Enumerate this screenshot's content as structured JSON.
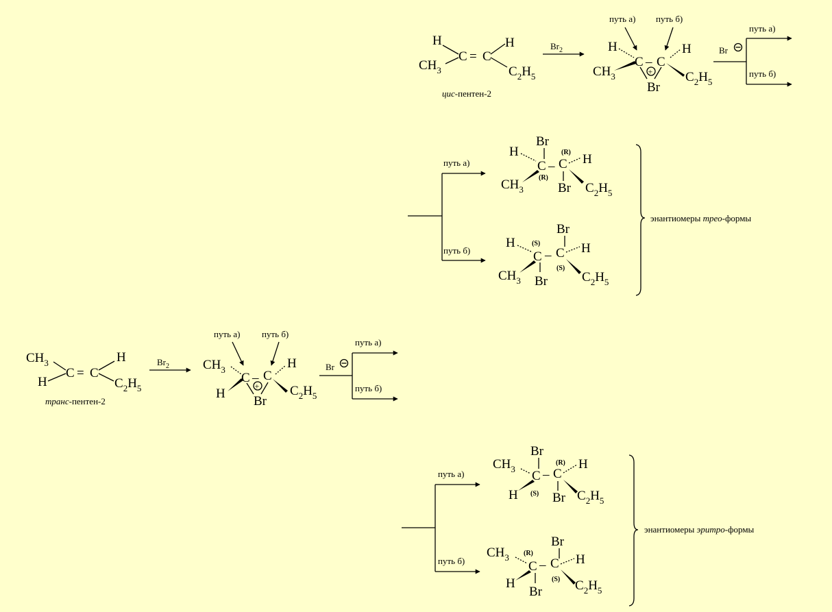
{
  "labels": {
    "path_a": "путь а)",
    "path_b": "путь б)",
    "reagent": "Br",
    "reagent_sub": "2",
    "bromide": "Br",
    "cis_prefix": "цис",
    "trans_prefix": "транс",
    "alkene_suffix": "-пентен-2",
    "threo_pre": "энантиомеры ",
    "threo_it": "трео",
    "threo_post": "-формы",
    "erythro_pre": "энантиомеры ",
    "erythro_it": "эритро",
    "erythro_post": "-формы"
  },
  "atoms": {
    "H": "H",
    "C": "C",
    "Br": "Br",
    "CH": "CH",
    "sub3": "3",
    "sub2": "2",
    "sub5": "5",
    "eq": "=",
    "dash": "–"
  },
  "config": {
    "R": "(R)",
    "S": "(S)"
  },
  "colors": {
    "background": "#ffffcc",
    "ink": "#000000"
  }
}
